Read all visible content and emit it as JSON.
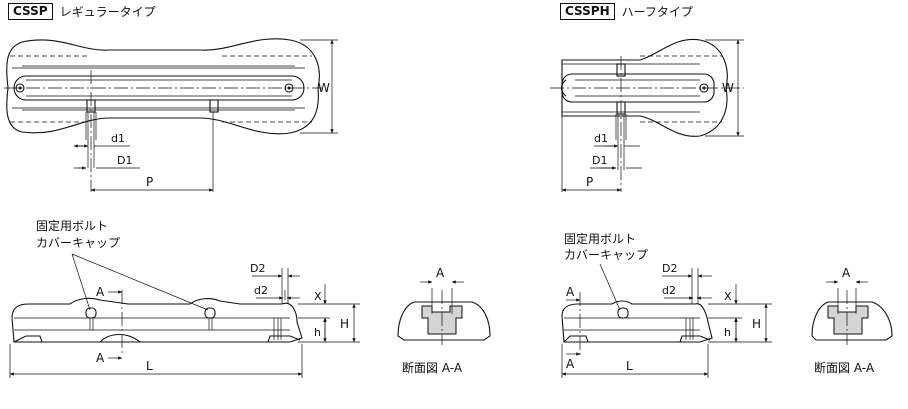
{
  "left_title": {
    "code": "CSSP",
    "name": "レギュラータイプ"
  },
  "right_title": {
    "code": "CSSPH",
    "name": "ハーフタイプ"
  },
  "left_top": {
    "w": "W",
    "d1": "d1",
    "D1": "D1",
    "p": "P"
  },
  "right_top": {
    "w": "W",
    "d1": "d1",
    "D1": "D1",
    "p": "P"
  },
  "left_side": {
    "callout_line1": "固定用ボルト",
    "callout_line2": "カバーキャップ",
    "section_top": "A",
    "section_bottom": "A",
    "D2": "D2",
    "d2": "d2",
    "x": "X",
    "h": "h",
    "H": "H",
    "L": "L"
  },
  "right_side": {
    "callout_line1": "固定用ボルト",
    "callout_line2": "カバーキャップ",
    "section_top": "A",
    "section_bottom": "A",
    "D2": "D2",
    "d2": "d2",
    "x": "X",
    "h": "h",
    "H": "H",
    "L": "L"
  },
  "left_section": {
    "a": "A",
    "caption": "断面図  A-A"
  },
  "right_section": {
    "a": "A",
    "caption": "断面図  A-A"
  }
}
